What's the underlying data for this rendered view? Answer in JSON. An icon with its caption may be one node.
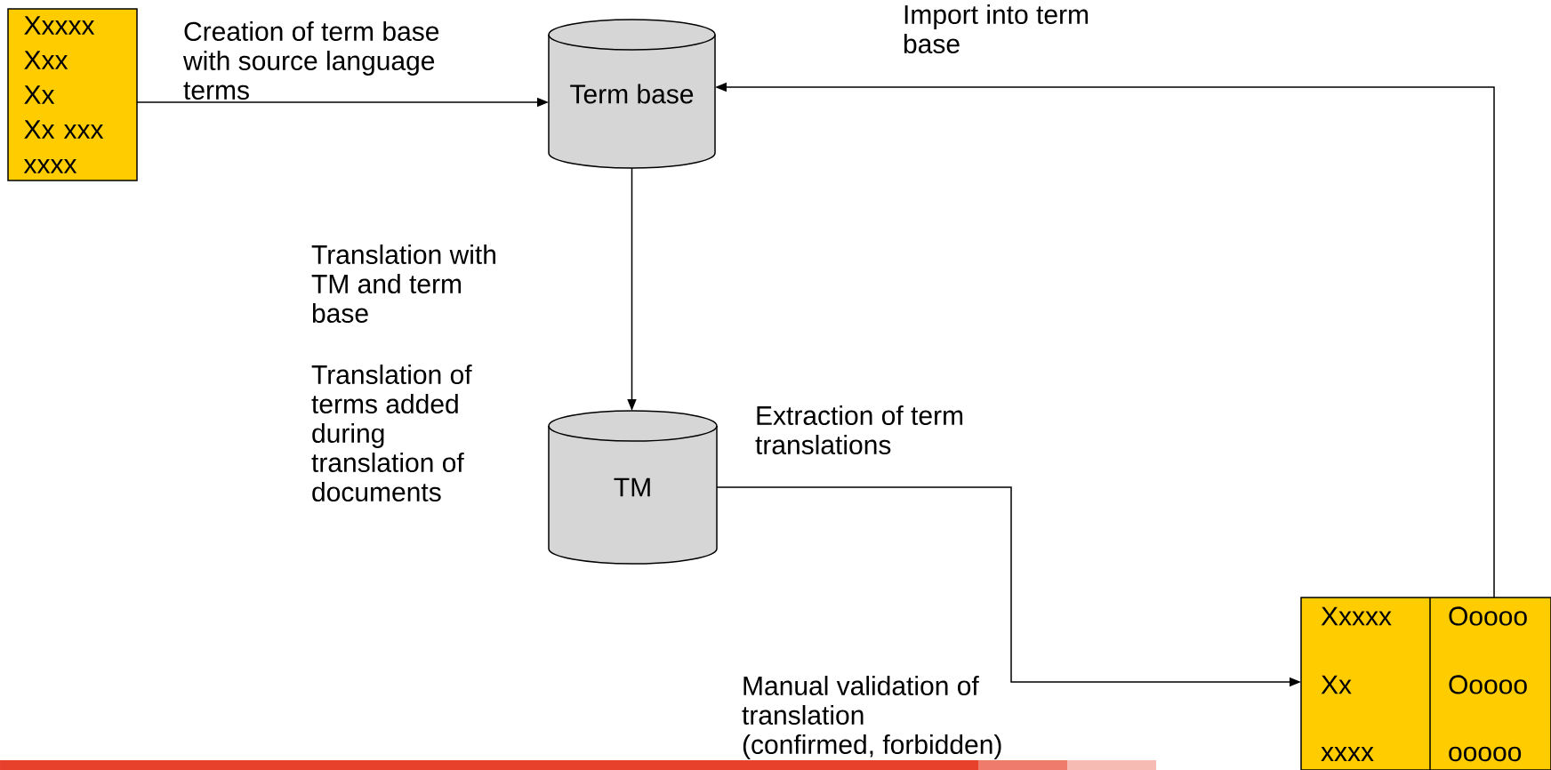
{
  "diagram": {
    "nodes": [
      {
        "text": [
          "Xxxxx",
          "Xxx",
          "Xx",
          "Xx xxx",
          "xxxx"
        ]
      },
      {
        "text": [
          "Term base"
        ]
      },
      {
        "text": [
          "TM"
        ]
      },
      {
        "text": [
          "Xxxxx",
          "Ooooo",
          "Xx",
          "Ooooo",
          "xxxx",
          "ooooo"
        ]
      }
    ],
    "edges": [
      {
        "from": 0,
        "to": 1,
        "arrow": "to",
        "label": "Creation of term base with source language terms"
      },
      {
        "from": 1,
        "to": 2,
        "arrow": "to"
      },
      {
        "from": 2,
        "to": 3,
        "arrow": "to",
        "label": "Extraction of term translations"
      },
      {
        "from": 3,
        "to": 1,
        "arrow": "to",
        "label": "Import into term base"
      }
    ],
    "labels": [
      "Translation with TM and term base",
      "Translation of terms added during translation of documents",
      "Manual validation of translation (confirmed, forbidden)"
    ]
  }
}
